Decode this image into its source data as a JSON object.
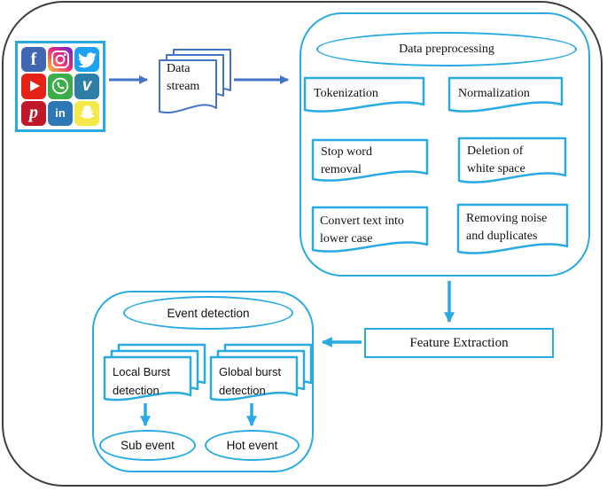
{
  "colors": {
    "accent_cyan": "#29ABE2",
    "accent_blue": "#4472C4",
    "frame_gray": "#3F3F3F",
    "text": "#111111"
  },
  "social_grid": {
    "icons": {
      "facebook": {
        "label": "Facebook",
        "glyph": "f",
        "color": "#4267B2"
      },
      "instagram": {
        "label": "Instagram",
        "color": "#EE2A7B"
      },
      "twitter": {
        "label": "Twitter",
        "color": "#1DA1F2"
      },
      "youtube": {
        "label": "YouTube",
        "color": "#E62117"
      },
      "whatsapp": {
        "label": "WhatsApp",
        "color": "#3CAE49"
      },
      "vimeo": {
        "label": "Vimeo",
        "glyph": "v",
        "color": "#2E7EA8"
      },
      "pinterest": {
        "label": "Pinterest",
        "glyph": "p",
        "color": "#C0182B"
      },
      "linkedin": {
        "label": "LinkedIn",
        "glyph": "in",
        "color": "#2E77B5"
      },
      "snapchat": {
        "label": "Snapchat",
        "color": "#F4E94A"
      }
    }
  },
  "data_stream": {
    "line1": "Data",
    "line2": "stream"
  },
  "preprocessing": {
    "title": "Data preprocessing",
    "tokenization": {
      "line1": "Tokenization"
    },
    "normalization": {
      "line1": "Normalization"
    },
    "stop_word_removal": {
      "line1": "Stop word",
      "line2": "removal"
    },
    "deletion_white_space": {
      "line1": "Deletion of",
      "line2": "white space"
    },
    "convert_lower_case": {
      "line1": "Convert text into",
      "line2": "lower case"
    },
    "removing_noise": {
      "line1": "Removing noise",
      "line2": "and duplicates"
    }
  },
  "feature_extraction": {
    "label": "Feature Extraction"
  },
  "event_detection": {
    "title": "Event detection",
    "local_burst": {
      "line1": "Local Burst",
      "line2": "detection"
    },
    "global_burst": {
      "line1": "Global burst",
      "line2": "detection"
    },
    "sub_event": {
      "label": "Sub event"
    },
    "hot_event": {
      "label": "Hot event"
    }
  }
}
